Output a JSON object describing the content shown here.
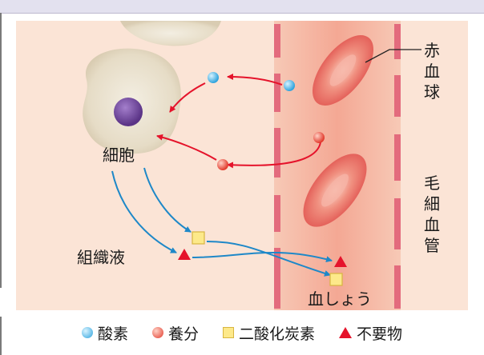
{
  "labels": {
    "cell": "細胞",
    "tissue_fluid": "組織液",
    "red_blood_cell": "赤血球",
    "capillary": "毛細血管",
    "plasma": "血しょう"
  },
  "legend": [
    {
      "symbol": "dot",
      "color": "#3fb3e6",
      "label": "酸素"
    },
    {
      "symbol": "dot",
      "color": "#e8473d",
      "label": "養分"
    },
    {
      "symbol": "square",
      "color": "#fde98a",
      "label": "二酸化炭素"
    },
    {
      "symbol": "triangle",
      "color": "#e5132b",
      "label": "不要物"
    }
  ],
  "colors": {
    "arrow_supply": "#e5132b",
    "arrow_waste": "#1e88c8",
    "background": "#fbe4d6",
    "vessel": "#f6b9a3",
    "vessel_wall": "#e06a7a",
    "cell_body": "#ebe3d2",
    "nucleus": "#7c4ea6"
  }
}
